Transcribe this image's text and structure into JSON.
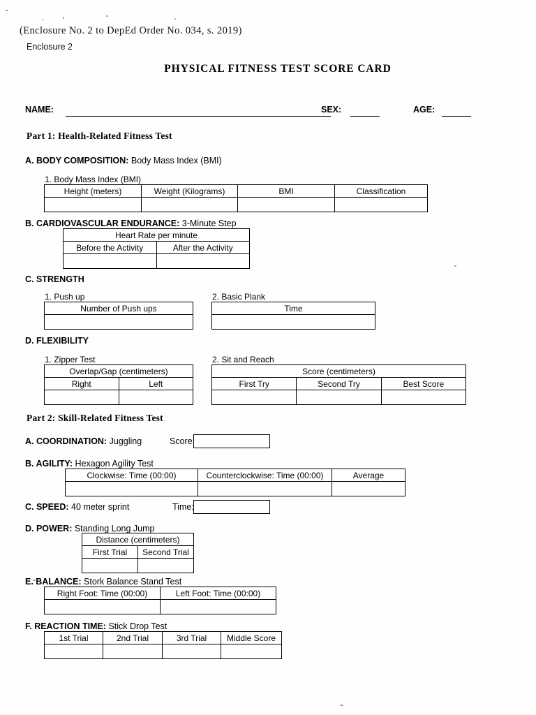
{
  "document": {
    "enclosure_reference": "(Enclosure No. 2 to DepEd Order No. 034, s. 2019)",
    "enclosure_label": "Enclosure 2",
    "title": "PHYSICAL FITNESS TEST SCORE CARD"
  },
  "identity": {
    "name_label": "NAME:",
    "name_value": "",
    "sex_label": "SEX:",
    "sex_value": "",
    "age_label": "AGE:",
    "age_value": ""
  },
  "part1": {
    "heading": "Part 1: Health-Related Fitness Test",
    "body_composition": {
      "heading_bold": "A. BODY COMPOSITION:",
      "heading_rest": " Body Mass Index (BMI)",
      "sub_heading": "1. Body Mass Index (BMI)",
      "columns": [
        "Height (meters)",
        "Weight (Kilograms)",
        "BMI",
        "Classification"
      ],
      "values": [
        "",
        "",
        "",
        ""
      ]
    },
    "cardiovascular": {
      "heading_bold": "B. CARDIOVASCULAR ENDURANCE:",
      "heading_rest": " 3-Minute Step",
      "span_header": "Heart Rate per minute",
      "columns": [
        "Before the Activity",
        "After the Activity"
      ],
      "values": [
        "",
        ""
      ]
    },
    "strength": {
      "heading_bold": "C. STRENGTH",
      "heading_rest": "",
      "push_up": {
        "sub_heading": "1. Push up",
        "columns": [
          "Number of Push ups"
        ],
        "values": [
          ""
        ]
      },
      "basic_plank": {
        "sub_heading": "2. Basic Plank",
        "columns": [
          "Time"
        ],
        "values": [
          ""
        ]
      }
    },
    "flexibility": {
      "heading_bold": "D. FLEXIBILITY",
      "heading_rest": "",
      "zipper_test": {
        "sub_heading": "1. Zipper Test",
        "span_header": "Overlap/Gap (centimeters)",
        "columns": [
          "Right",
          "Left"
        ],
        "values": [
          "",
          ""
        ]
      },
      "sit_and_reach": {
        "sub_heading": "2. Sit and Reach",
        "span_header": "Score (centimeters)",
        "columns": [
          "First Try",
          "Second Try",
          "Best Score"
        ],
        "values": [
          "",
          "",
          ""
        ]
      }
    }
  },
  "part2": {
    "heading": "Part 2: Skill-Related Fitness Test",
    "coordination": {
      "heading_bold": "A. COORDINATION:",
      "heading_rest": " Juggling",
      "field_label": "Score:",
      "field_value": ""
    },
    "agility": {
      "heading_bold": "B. AGILITY:",
      "heading_rest": " Hexagon Agility Test",
      "columns": [
        "Clockwise: Time (00:00)",
        "Counterclockwise: Time (00:00)",
        "Average"
      ],
      "values": [
        "",
        "",
        ""
      ]
    },
    "speed": {
      "heading_bold": "C. SPEED:",
      "heading_rest": " 40 meter sprint",
      "field_label": "Time:",
      "field_value": ""
    },
    "power": {
      "heading_bold": "D. POWER:",
      "heading_rest": " Standing Long Jump",
      "span_header": "Distance (centimeters)",
      "columns": [
        "First Trial",
        "Second Trial"
      ],
      "values": [
        "",
        ""
      ]
    },
    "balance": {
      "heading_bold": "E. BALANCE:",
      "heading_rest": " Stork Balance Stand Test",
      "columns": [
        "Right Foot: Time (00:00)",
        "Left Foot: Time (00:00)"
      ],
      "values": [
        "",
        ""
      ]
    },
    "reaction_time": {
      "heading_bold": "F. REACTION TIME:",
      "heading_rest": " Stick Drop Test",
      "columns": [
        "1st Trial",
        "2nd Trial",
        "3rd Trial",
        "Middle Score"
      ],
      "values": [
        "",
        "",
        "",
        ""
      ]
    }
  }
}
